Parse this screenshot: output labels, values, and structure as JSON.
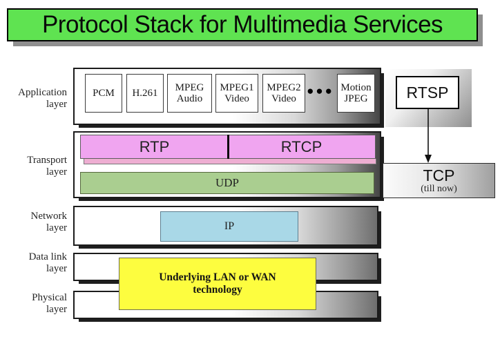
{
  "title": "Protocol Stack for Multimedia Services",
  "layer_labels": {
    "application": "Application\nlayer",
    "transport": "Transport\nlayer",
    "network": "Network\nlayer",
    "data_link": "Data link\nlayer",
    "physical": "Physical\nlayer"
  },
  "application_layer": {
    "boxes": [
      "PCM",
      "H.261",
      "MPEG\nAudio",
      "MPEG1\nVideo",
      "MPEG2\nVideo",
      "Motion\nJPEG"
    ],
    "ellipsis": "●●●"
  },
  "transport_layer": {
    "rtp": "RTP",
    "rtcp": "RTCP",
    "udp": "UDP"
  },
  "network_layer": {
    "ip": "IP"
  },
  "link_physical_layers": {
    "lan_wan": "Underlying LAN or WAN\ntechnology"
  },
  "right_column": {
    "rtsp": "RTSP",
    "tcp": "TCP",
    "tcp_note": "(till now)"
  },
  "colors": {
    "title_bg": "#5fe351",
    "rtp_bg": "#f0a5f0",
    "rtp_shadow": "#eeaed2",
    "udp_bg": "#aace90",
    "ip_bg": "#a9d8e7",
    "lan_bg": "#fdfd3f"
  }
}
